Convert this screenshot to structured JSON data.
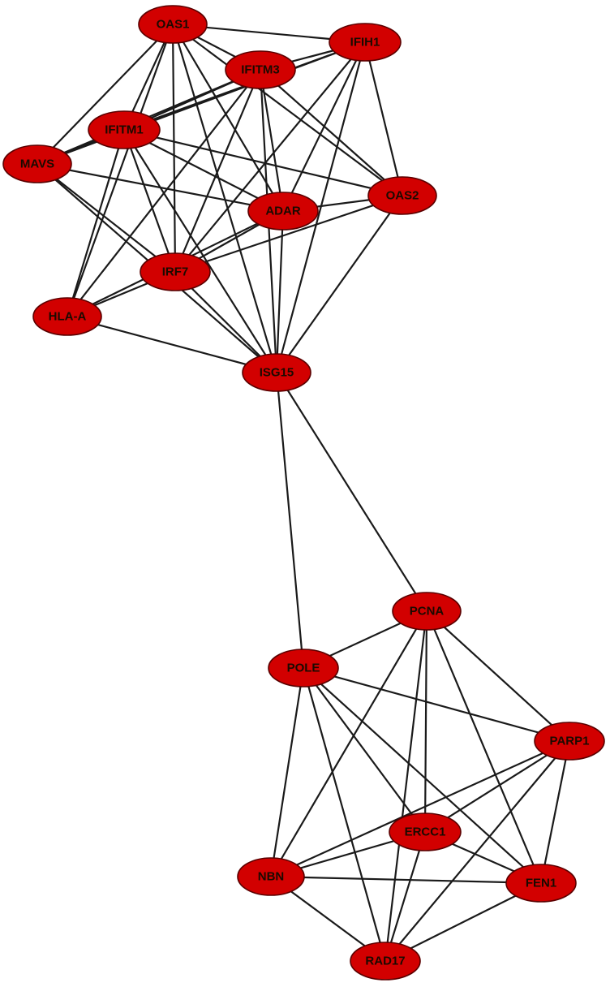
{
  "diagram": {
    "type": "network",
    "node_color": "#d20000",
    "edge_color": "#1a1a1a",
    "nodes": [
      {
        "id": "OAS1",
        "label": "OAS1"
      },
      {
        "id": "IFIH1",
        "label": "IFIH1"
      },
      {
        "id": "IFITM3",
        "label": "IFITM3"
      },
      {
        "id": "IFITM1",
        "label": "IFITM1"
      },
      {
        "id": "MAVS",
        "label": "MAVS"
      },
      {
        "id": "ADAR",
        "label": "ADAR"
      },
      {
        "id": "OAS2",
        "label": "OAS2"
      },
      {
        "id": "IRF7",
        "label": "IRF7"
      },
      {
        "id": "HLA-A",
        "label": "HLA-A"
      },
      {
        "id": "ISG15",
        "label": "ISG15"
      },
      {
        "id": "PCNA",
        "label": "PCNA"
      },
      {
        "id": "POLE",
        "label": "POLE"
      },
      {
        "id": "PARP1",
        "label": "PARP1"
      },
      {
        "id": "ERCC1",
        "label": "ERCC1"
      },
      {
        "id": "NBN",
        "label": "NBN"
      },
      {
        "id": "FEN1",
        "label": "FEN1"
      },
      {
        "id": "RAD17",
        "label": "RAD17"
      }
    ],
    "edges": [
      [
        "OAS1",
        "IFIH1"
      ],
      [
        "OAS1",
        "IFITM3"
      ],
      [
        "OAS1",
        "IFITM1"
      ],
      [
        "OAS1",
        "MAVS"
      ],
      [
        "OAS1",
        "ADAR"
      ],
      [
        "OAS1",
        "OAS2"
      ],
      [
        "OAS1",
        "IRF7"
      ],
      [
        "OAS1",
        "HLA-A"
      ],
      [
        "OAS1",
        "ISG15"
      ],
      [
        "IFIH1",
        "IFITM3"
      ],
      [
        "IFIH1",
        "IFITM1"
      ],
      [
        "IFIH1",
        "MAVS"
      ],
      [
        "IFIH1",
        "ADAR"
      ],
      [
        "IFIH1",
        "OAS2"
      ],
      [
        "IFIH1",
        "IRF7"
      ],
      [
        "IFIH1",
        "ISG15"
      ],
      [
        "IFITM3",
        "IFITM1"
      ],
      [
        "IFITM3",
        "MAVS"
      ],
      [
        "IFITM3",
        "ADAR"
      ],
      [
        "IFITM3",
        "OAS2"
      ],
      [
        "IFITM3",
        "IRF7"
      ],
      [
        "IFITM3",
        "HLA-A"
      ],
      [
        "IFITM3",
        "ISG15"
      ],
      [
        "IFITM1",
        "MAVS"
      ],
      [
        "IFITM1",
        "ADAR"
      ],
      [
        "IFITM1",
        "OAS2"
      ],
      [
        "IFITM1",
        "IRF7"
      ],
      [
        "IFITM1",
        "HLA-A"
      ],
      [
        "IFITM1",
        "ISG15"
      ],
      [
        "MAVS",
        "ADAR"
      ],
      [
        "MAVS",
        "IRF7"
      ],
      [
        "MAVS",
        "ISG15"
      ],
      [
        "ADAR",
        "OAS2"
      ],
      [
        "ADAR",
        "IRF7"
      ],
      [
        "ADAR",
        "HLA-A"
      ],
      [
        "ADAR",
        "ISG15"
      ],
      [
        "OAS2",
        "IRF7"
      ],
      [
        "OAS2",
        "ISG15"
      ],
      [
        "IRF7",
        "HLA-A"
      ],
      [
        "IRF7",
        "ISG15"
      ],
      [
        "HLA-A",
        "ISG15"
      ],
      [
        "ISG15",
        "POLE"
      ],
      [
        "ISG15",
        "PCNA"
      ],
      [
        "PCNA",
        "POLE"
      ],
      [
        "PCNA",
        "PARP1"
      ],
      [
        "PCNA",
        "ERCC1"
      ],
      [
        "PCNA",
        "NBN"
      ],
      [
        "PCNA",
        "FEN1"
      ],
      [
        "PCNA",
        "RAD17"
      ],
      [
        "POLE",
        "PARP1"
      ],
      [
        "POLE",
        "ERCC1"
      ],
      [
        "POLE",
        "NBN"
      ],
      [
        "POLE",
        "FEN1"
      ],
      [
        "POLE",
        "RAD17"
      ],
      [
        "PARP1",
        "ERCC1"
      ],
      [
        "PARP1",
        "NBN"
      ],
      [
        "PARP1",
        "FEN1"
      ],
      [
        "PARP1",
        "RAD17"
      ],
      [
        "ERCC1",
        "NBN"
      ],
      [
        "ERCC1",
        "FEN1"
      ],
      [
        "ERCC1",
        "RAD17"
      ],
      [
        "NBN",
        "FEN1"
      ],
      [
        "NBN",
        "RAD17"
      ],
      [
        "FEN1",
        "RAD17"
      ]
    ]
  }
}
